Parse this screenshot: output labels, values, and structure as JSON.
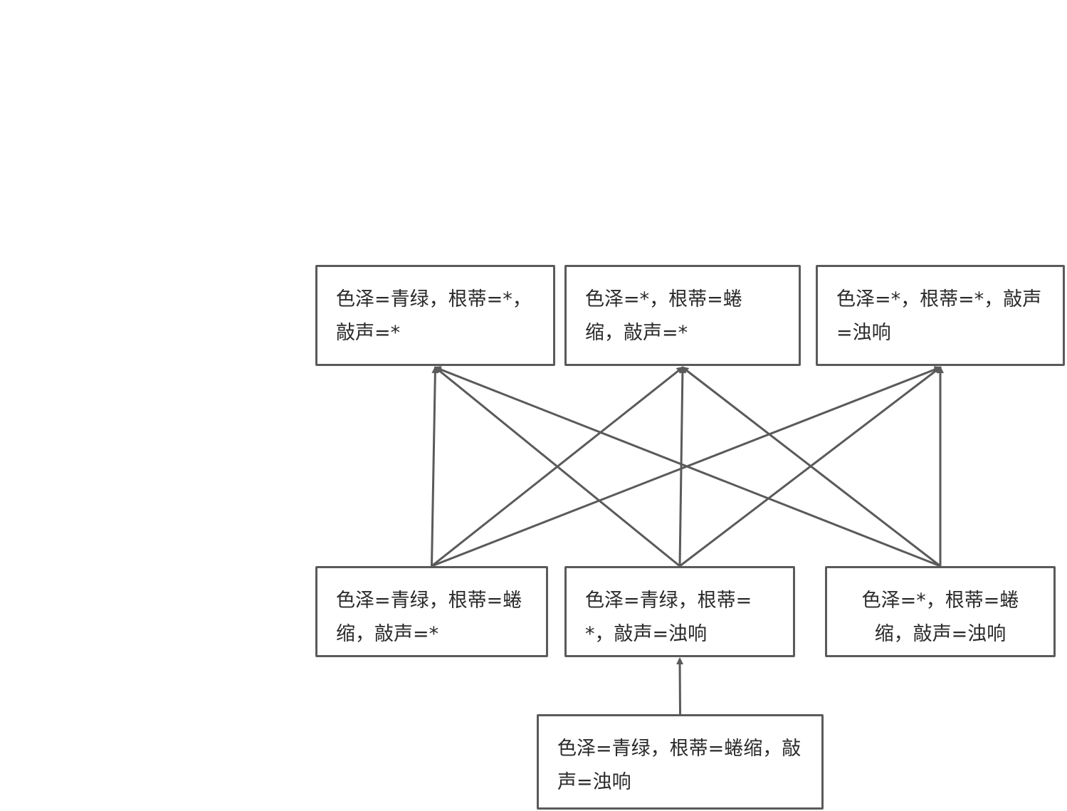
{
  "diagram": {
    "nodes": {
      "top_1": "色泽=青绿，根蒂=*，敲声=*",
      "top_2": "色泽=*，根蒂=蜷缩，敲声=*",
      "top_3": "色泽=*，根蒂=*，敲声=浊响",
      "mid_1": "色泽=青绿，根蒂=蜷缩，敲声=*",
      "mid_2": "色泽=青绿，根蒂=*，敲声=浊响",
      "mid_3": "色泽=*，根蒂=蜷缩，敲声=浊响",
      "bottom": "色泽=青绿，根蒂=蜷缩，敲声=浊响"
    },
    "edges": [
      {
        "from": "bottom",
        "to": "mid_2"
      },
      {
        "from": "mid_1",
        "to": "top_1"
      },
      {
        "from": "mid_1",
        "to": "top_2"
      },
      {
        "from": "mid_1",
        "to": "top_3"
      },
      {
        "from": "mid_2",
        "to": "top_1"
      },
      {
        "from": "mid_2",
        "to": "top_2"
      },
      {
        "from": "mid_2",
        "to": "top_3"
      },
      {
        "from": "mid_3",
        "to": "top_1"
      },
      {
        "from": "mid_3",
        "to": "top_2"
      },
      {
        "from": "mid_3",
        "to": "top_3"
      }
    ],
    "colors": {
      "stroke": "#5a5a5a",
      "text": "#2a2a2a",
      "background": "#ffffff"
    }
  }
}
